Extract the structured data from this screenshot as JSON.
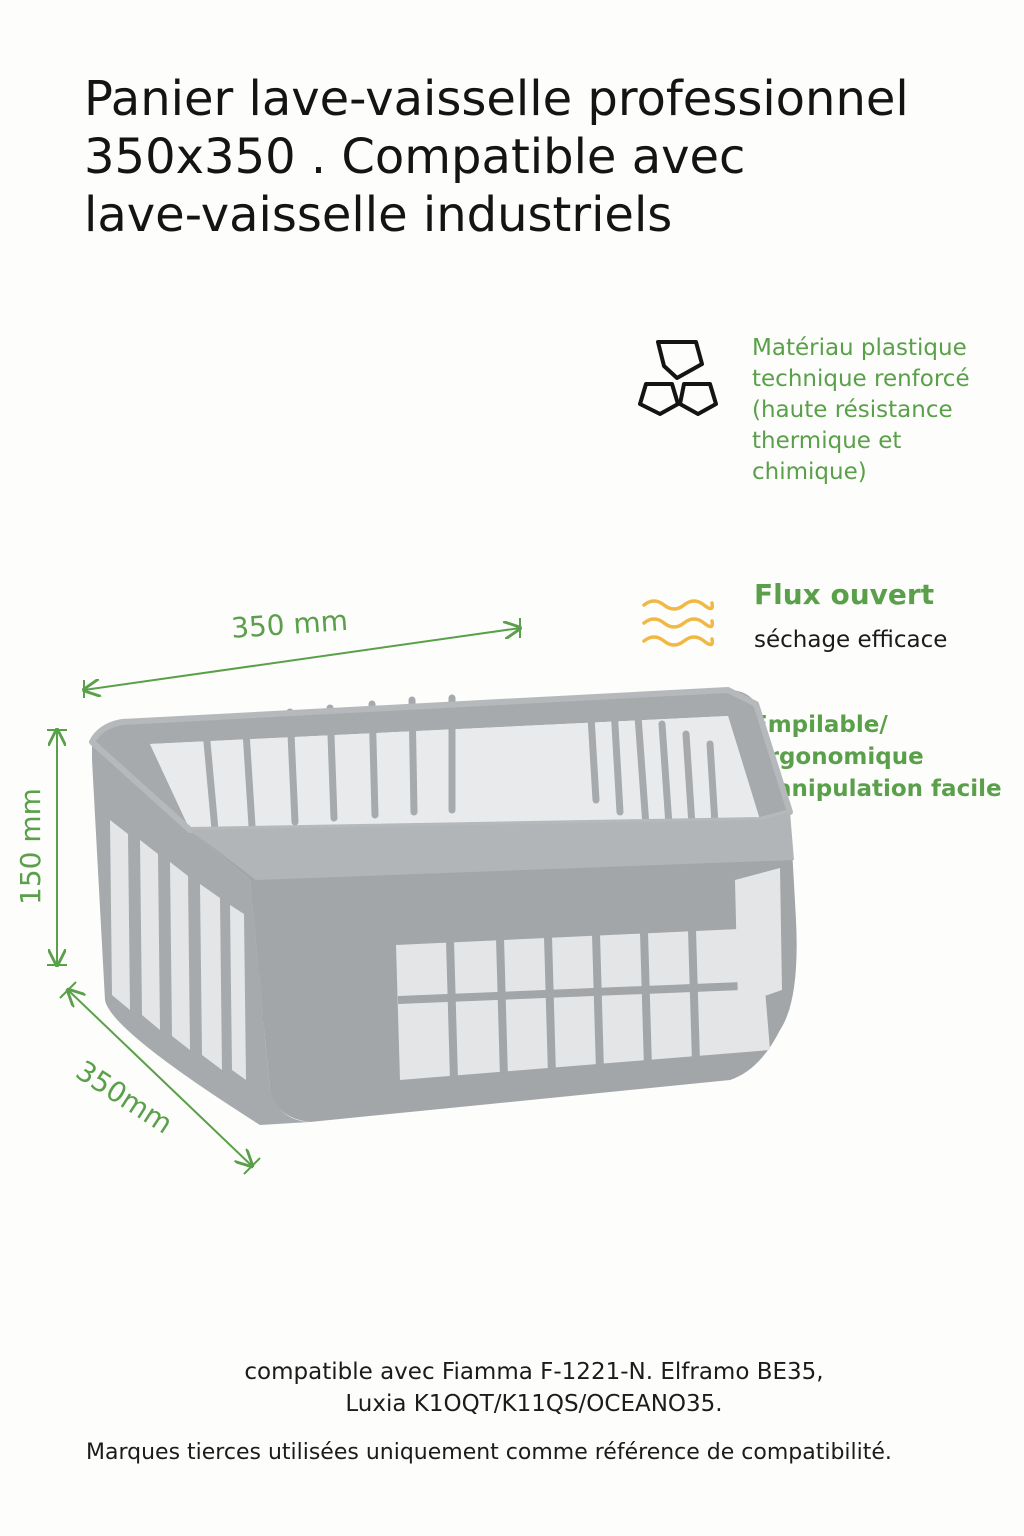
{
  "title": {
    "lines": [
      "Panier lave-vaisselle professionnel",
      "350x350 . Compatible avec",
      "lave-vaisselle industriels"
    ]
  },
  "features": {
    "material": {
      "icon": "triangle-pentagon-icon",
      "lines": [
        "Matériau plastique",
        "technique renforcé",
        "(haute résistance",
        "thermique et",
        "chimique)"
      ]
    },
    "airflow": {
      "icon": "wave-flow-icon",
      "heading": "Flux ouvert",
      "subtext": "séchage efficace"
    },
    "stackable": {
      "lines": [
        "Empilable/",
        "ergonomique",
        "manipulation facile"
      ]
    }
  },
  "dimensions": {
    "width": "350 mm",
    "height": "150 mm",
    "depth": "350mm"
  },
  "compatibility": {
    "lines": [
      "compatible avec Fiamma F-1221-N. Elframo BE35,",
      "Luxia K1OQT/K11QS/OCEANO35."
    ]
  },
  "disclaimer": "Marques tierces utilisées uniquement comme référence de compatibilité.",
  "colors": {
    "accent_green": "#5aa04a",
    "wave_yellow": "#f1b843",
    "basket_grey": "#9ea2a5",
    "text_dark": "#141414"
  }
}
